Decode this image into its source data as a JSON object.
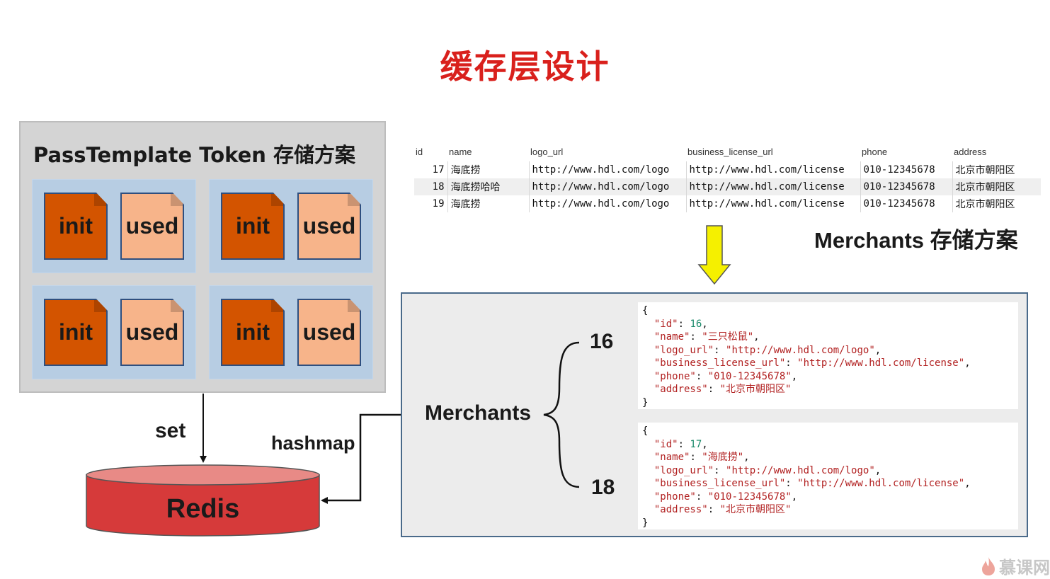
{
  "title": "缓存层设计",
  "passtemplate": {
    "title": "PassTemplate Token 存储方案",
    "groups": [
      {
        "init": "init",
        "used": "used"
      },
      {
        "init": "init",
        "used": "used"
      },
      {
        "init": "init",
        "used": "used"
      },
      {
        "init": "init",
        "used": "used"
      }
    ]
  },
  "arrows": {
    "set": "set",
    "hashmap": "hashmap"
  },
  "redis": {
    "label": "Redis"
  },
  "table": {
    "headers": [
      "id",
      "name",
      "logo_url",
      "business_license_url",
      "phone",
      "address"
    ],
    "rows": [
      [
        "17",
        "海底捞",
        "http://www.hdl.com/logo",
        "http://www.hdl.com/license",
        "010-12345678",
        "北京市朝阳区"
      ],
      [
        "18",
        "海底捞哈哈",
        "http://www.hdl.com/logo",
        "http://www.hdl.com/license",
        "010-12345678",
        "北京市朝阳区"
      ],
      [
        "19",
        "海底捞",
        "http://www.hdl.com/logo",
        "http://www.hdl.com/license",
        "010-12345678",
        "北京市朝阳区"
      ]
    ]
  },
  "merchants_scheme_title": "Merchants 存储方案",
  "merchants": {
    "label": "Merchants",
    "key_top": "16",
    "key_bottom": "18",
    "records": [
      {
        "id": "16",
        "name": "三只松鼠",
        "logo_url": "http://www.hdl.com/logo",
        "business_license_url": "http://www.hdl.com/license",
        "phone": "010-12345678",
        "address": "北京市朝阳区"
      },
      {
        "id": "17",
        "name": "海底捞",
        "logo_url": "http://www.hdl.com/logo",
        "business_license_url": "http://www.hdl.com/license",
        "phone": "010-12345678",
        "address": "北京市朝阳区"
      }
    ]
  },
  "watermark": "慕课网",
  "colors": {
    "title": "#d9201c",
    "init": "#d35400",
    "used": "#f7b48a",
    "group_bg": "#b7cde3",
    "redis": "#d63a3a",
    "arrow_yellow": "#f5f000"
  }
}
